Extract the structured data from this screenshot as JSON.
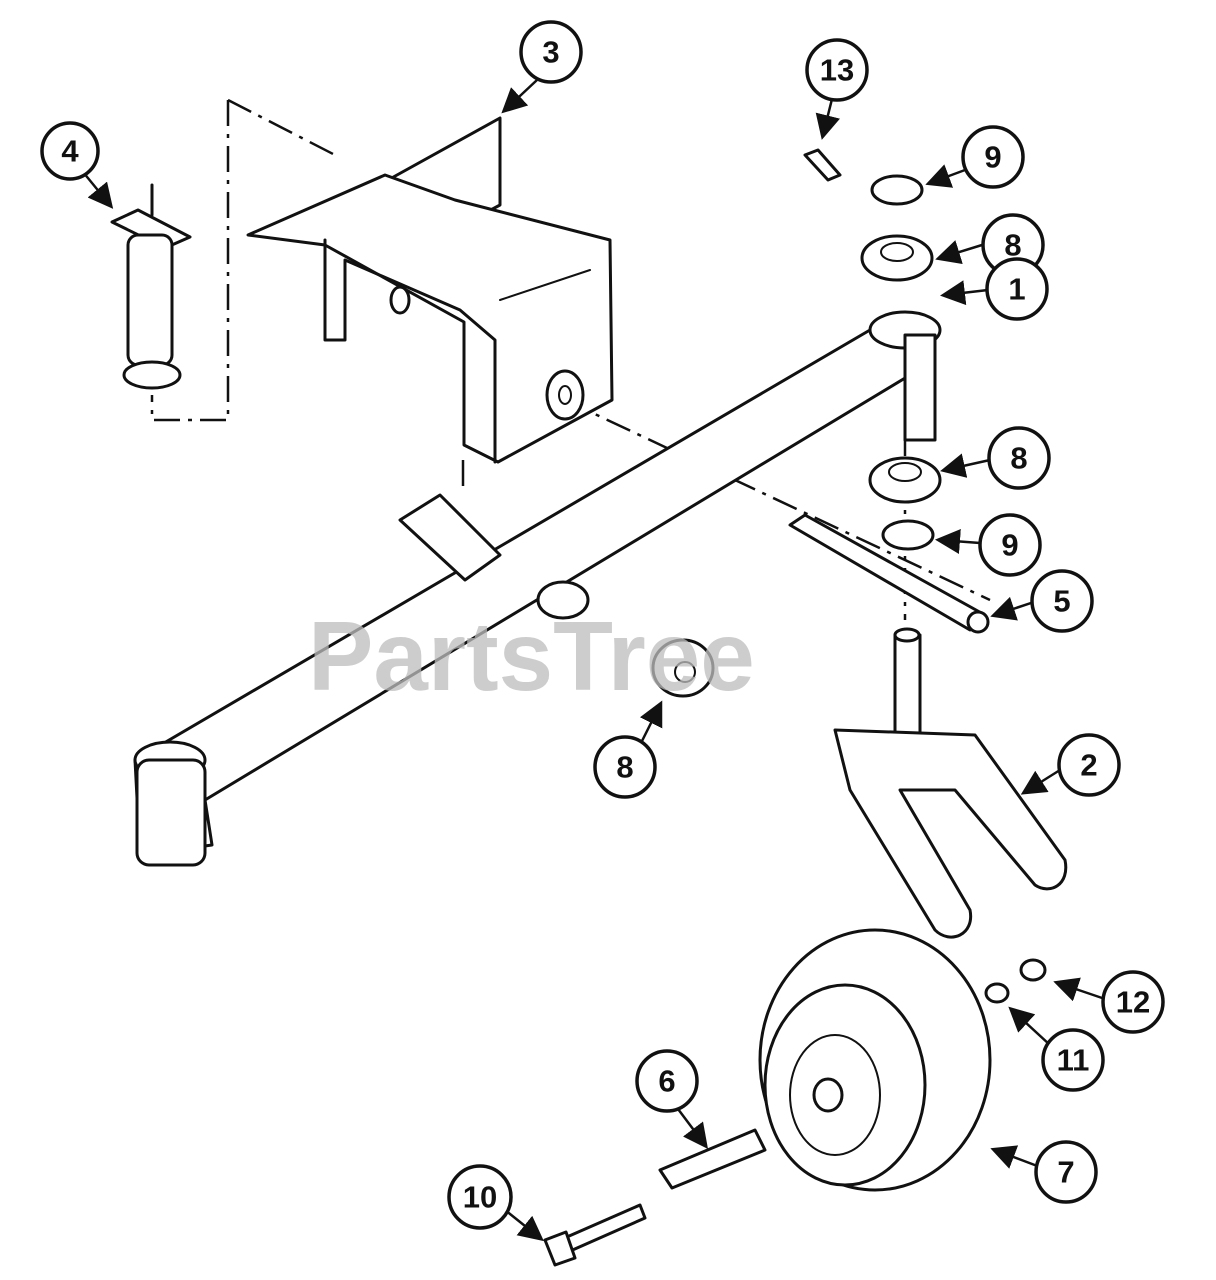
{
  "diagram": {
    "watermark": "PartsTree",
    "callouts": [
      {
        "id": "c1",
        "label": "1"
      },
      {
        "id": "c2",
        "label": "2"
      },
      {
        "id": "c3",
        "label": "3"
      },
      {
        "id": "c4",
        "label": "4"
      },
      {
        "id": "c5",
        "label": "5"
      },
      {
        "id": "c6",
        "label": "6"
      },
      {
        "id": "c7",
        "label": "7"
      },
      {
        "id": "c8a",
        "label": "8"
      },
      {
        "id": "c8b",
        "label": "8"
      },
      {
        "id": "c8c",
        "label": "8"
      },
      {
        "id": "c9a",
        "label": "9"
      },
      {
        "id": "c9b",
        "label": "9"
      },
      {
        "id": "c10",
        "label": "10"
      },
      {
        "id": "c11",
        "label": "11"
      },
      {
        "id": "c12",
        "label": "12"
      },
      {
        "id": "c13",
        "label": "13"
      }
    ]
  }
}
